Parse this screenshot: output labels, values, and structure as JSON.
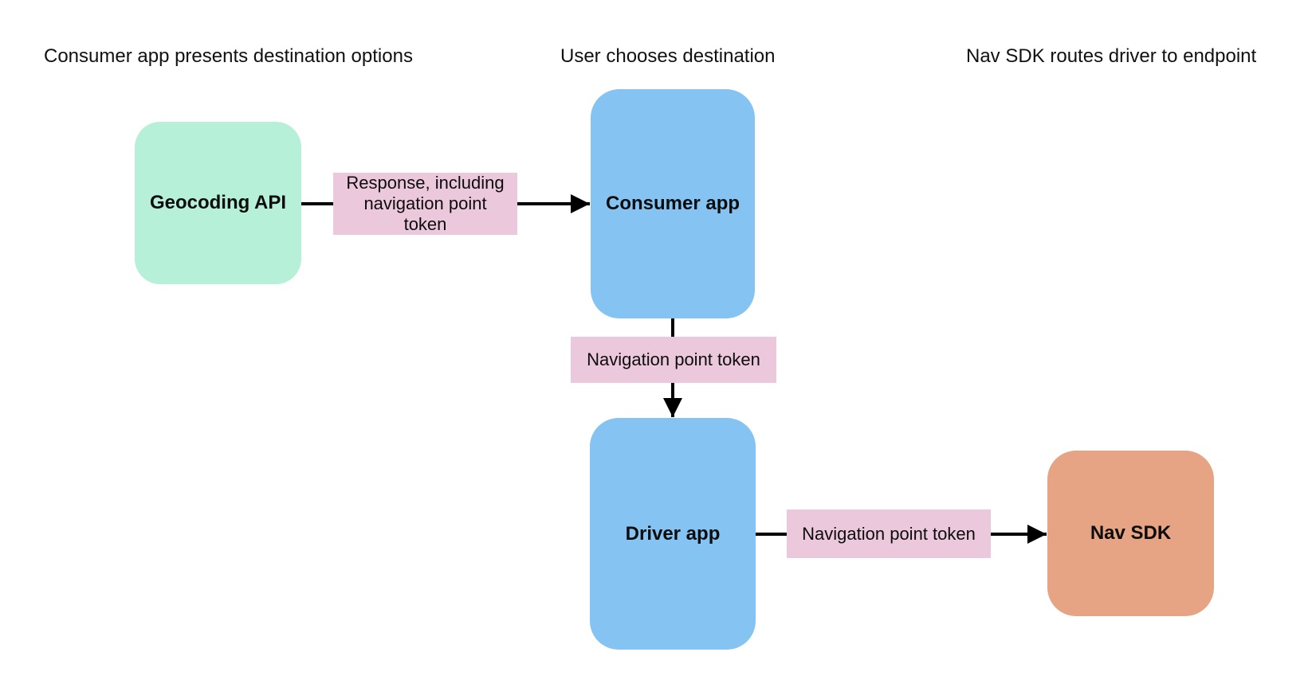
{
  "diagram": {
    "column_headers": [
      {
        "label": "Consumer app presents destination options"
      },
      {
        "label": "User chooses destination"
      },
      {
        "label": "Nav SDK routes driver to endpoint"
      }
    ],
    "nodes": [
      {
        "id": "geocoding-api",
        "label": "Geocoding API",
        "color": "#b6f0d9"
      },
      {
        "id": "consumer-app",
        "label": "Consumer app",
        "color": "#85c3f2"
      },
      {
        "id": "driver-app",
        "label": "Driver app",
        "color": "#85c3f2"
      },
      {
        "id": "nav-sdk",
        "label": "Nav SDK",
        "color": "#e7a484"
      }
    ],
    "edges": [
      {
        "from": "geocoding-api",
        "to": "consumer-app",
        "label": "Response, including navigation point token"
      },
      {
        "from": "consumer-app",
        "to": "driver-app",
        "label": "Navigation point token"
      },
      {
        "from": "driver-app",
        "to": "nav-sdk",
        "label": "Navigation point token"
      }
    ],
    "colors": {
      "edge_label_bg": "#ebc8dc",
      "arrow": "#000000",
      "background": "#ffffff",
      "text": "#111111"
    }
  }
}
